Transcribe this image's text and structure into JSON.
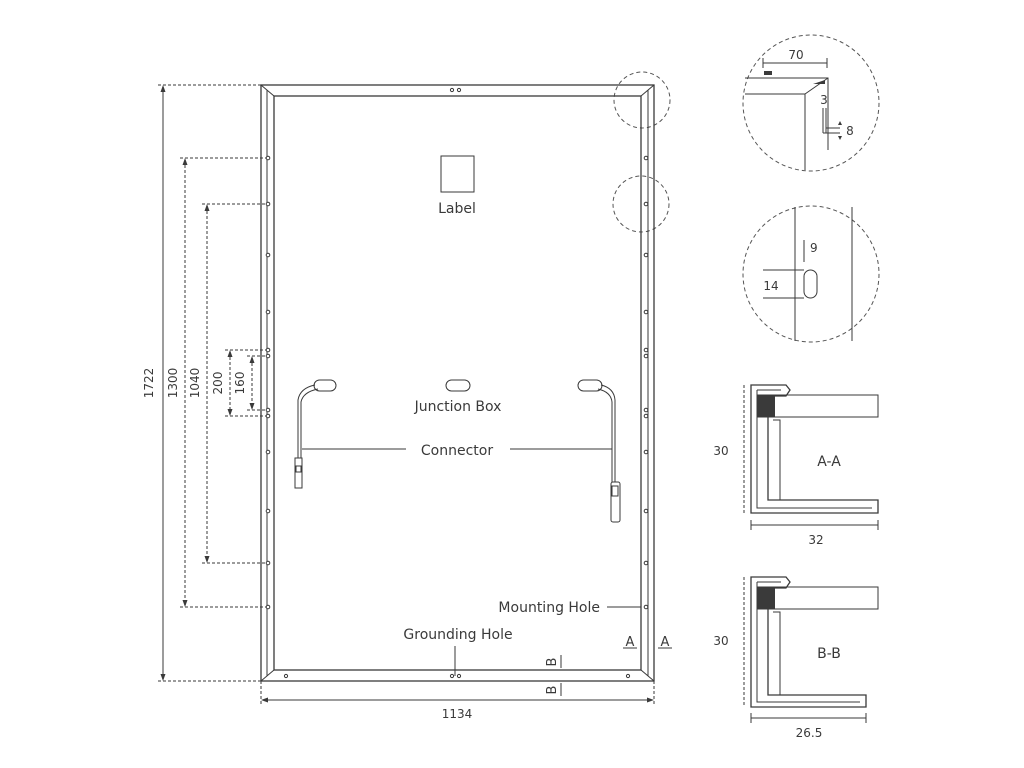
{
  "dimensions": {
    "height": "1722",
    "width": "1134",
    "hole_span_outer": "1300",
    "hole_span_inner": "1040",
    "span_200": "200",
    "span_160": "160",
    "corner_width": "70",
    "corner_gap": "3",
    "corner_depth": "8",
    "slot_width": "9",
    "slot_length": "14",
    "aa_height": "30",
    "aa_width": "32",
    "bb_height": "30",
    "bb_width": "26.5"
  },
  "labels": {
    "label": "Label",
    "junction_box": "Junction Box",
    "connector": "Connector",
    "mounting_hole": "Mounting Hole",
    "grounding_hole": "Grounding Hole"
  },
  "sections": {
    "a_marker": "A",
    "b_marker": "B",
    "aa_title": "A-A",
    "bb_title": "B-B"
  },
  "colors": {
    "line": "#3a3a3a",
    "detail_fill": "#d9d9d9",
    "background": "#ffffff"
  }
}
